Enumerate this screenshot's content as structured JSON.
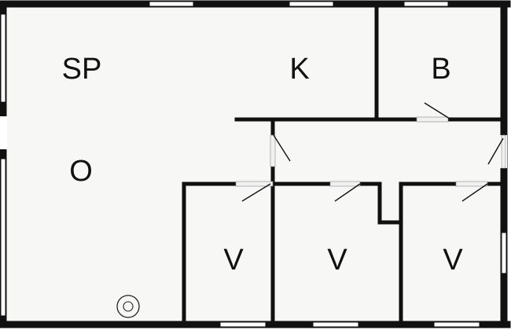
{
  "plan": {
    "colors": {
      "background": "#ffffff",
      "floor": "#f7f7f5",
      "wall": "#111111",
      "door_swing": "#111111"
    },
    "rooms": {
      "sp": "SP",
      "k": "K",
      "b": "B",
      "o": "O",
      "v1": "V",
      "v2": "V",
      "v3": "V"
    },
    "icons": {
      "fixture": "round-fixture-icon"
    }
  }
}
